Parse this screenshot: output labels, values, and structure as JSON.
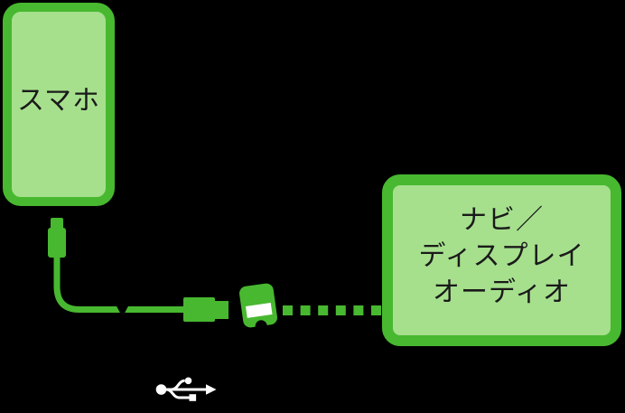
{
  "colors": {
    "bg": "#000000",
    "green": "#48b830",
    "light_green": "#a6e08d",
    "ink": "#1a1a1a",
    "white": "#ffffff"
  },
  "smartphone": {
    "label": "スマホ"
  },
  "head_unit": {
    "lines": [
      "ナビ／",
      "ディスプレイ",
      "オーディオ"
    ]
  },
  "icons": {
    "phone_connector": "phone-connector-icon",
    "usb_a_plug": "usb-a-connector-icon",
    "usb_port": "usb-port-icon",
    "usb_trident": "usb-trident-icon",
    "dashed_link": "dashed-connection-line"
  }
}
